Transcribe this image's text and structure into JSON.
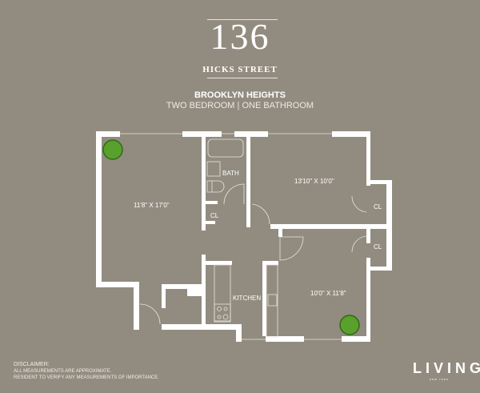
{
  "header": {
    "number": "136",
    "street": "HICKS STREET",
    "neighborhood": "BROOKLYN HEIGHTS",
    "units": "TWO BEDROOM | ONE BATHROOM"
  },
  "plan": {
    "rooms": {
      "living": "11'8\" X 17'0\"",
      "bedroom1": "13'10\" X 10'0\"",
      "bedroom2": "10'0\" X 11'8\"",
      "bath": "BATH",
      "kitchen": "KITCHEN",
      "closet": "CL"
    },
    "colors": {
      "wall": "#ffffff",
      "background": "#928c80",
      "plant": "#5aa02c"
    }
  },
  "disclaimer": {
    "title": "DISCLAIMER:",
    "line1": "ALL MEASUREMENTS ARE APPROXIMATE.",
    "line2": "RESIDENT TO VERIFY ANY MEASUREMENTS OF IMPORTANCE."
  },
  "logo": {
    "name": "LIVING",
    "sub": "NEW YORK"
  }
}
